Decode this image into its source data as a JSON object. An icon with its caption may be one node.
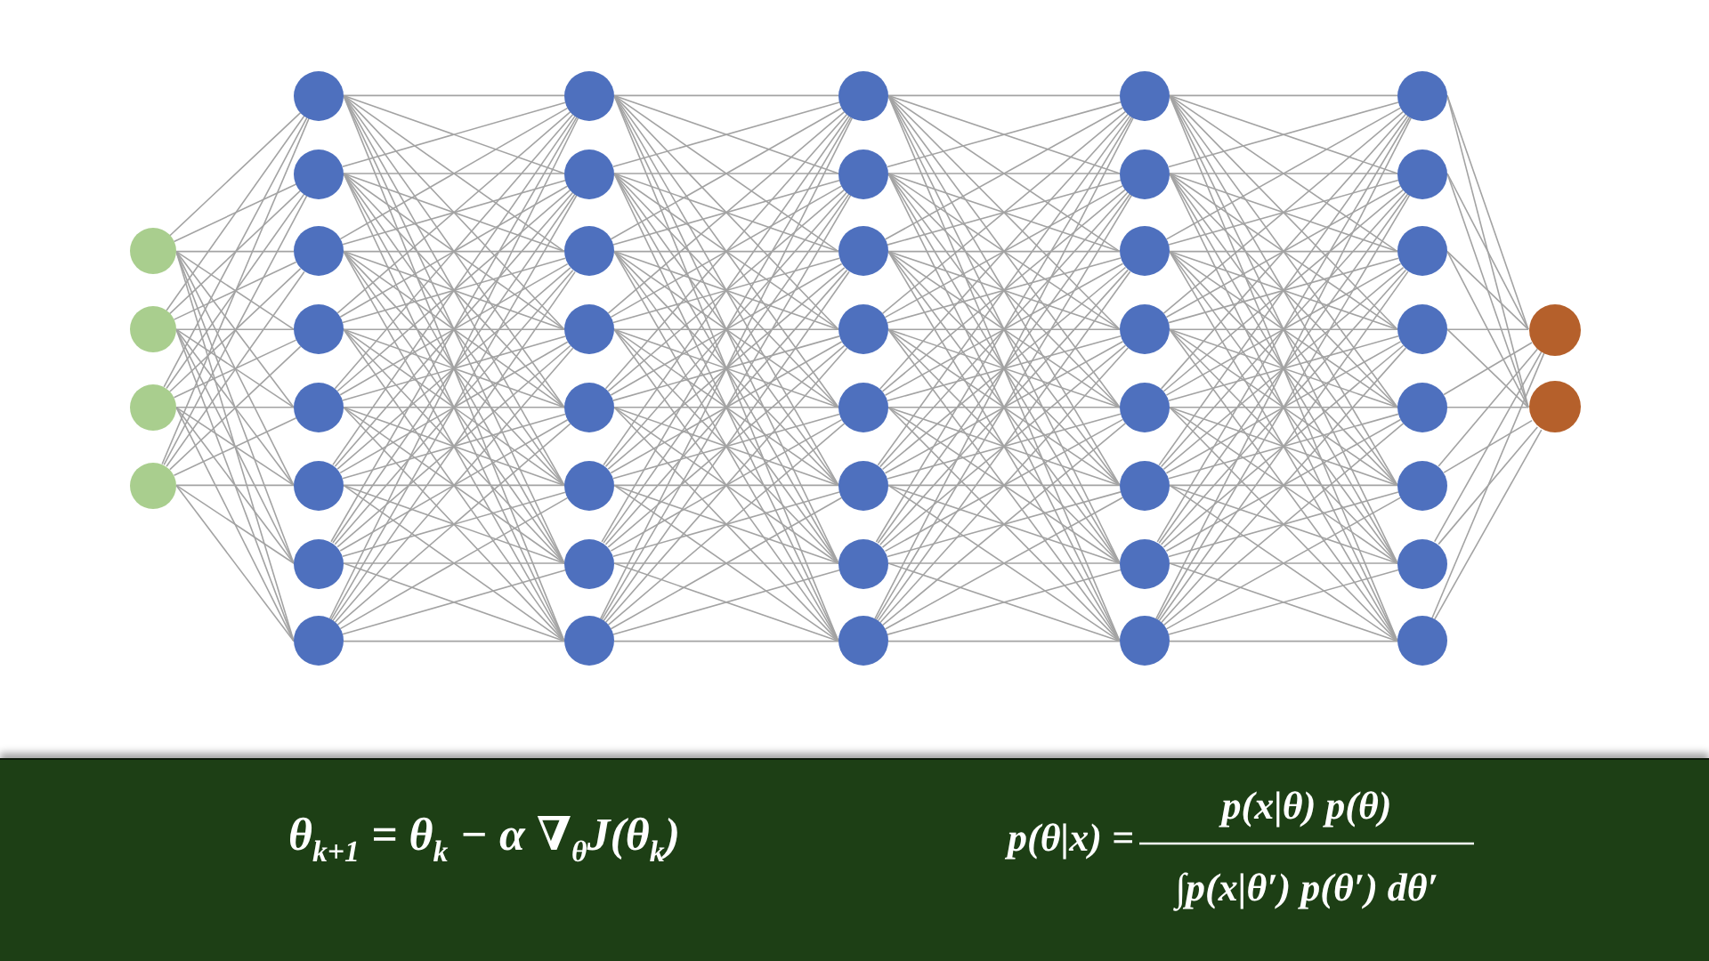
{
  "diagram": {
    "nodes": [
      {
        "text": [],
        "shape": "circle"
      },
      {
        "text": [],
        "shape": "circle"
      },
      {
        "text": [],
        "shape": "circle"
      },
      {
        "text": [],
        "shape": "circle"
      },
      {
        "text": [],
        "shape": "circle"
      },
      {
        "text": [],
        "shape": "circle"
      },
      {
        "text": [],
        "shape": "circle"
      },
      {
        "text": [],
        "shape": "circle"
      },
      {
        "text": [],
        "shape": "circle"
      },
      {
        "text": [],
        "shape": "circle"
      },
      {
        "text": [],
        "shape": "circle"
      },
      {
        "text": [],
        "shape": "circle"
      },
      {
        "text": [],
        "shape": "circle"
      },
      {
        "text": [],
        "shape": "circle"
      },
      {
        "text": [],
        "shape": "circle"
      },
      {
        "text": [],
        "shape": "circle"
      },
      {
        "text": [],
        "shape": "circle"
      },
      {
        "text": [],
        "shape": "circle"
      },
      {
        "text": [],
        "shape": "circle"
      },
      {
        "text": [],
        "shape": "circle"
      },
      {
        "text": [],
        "shape": "circle"
      },
      {
        "text": [],
        "shape": "circle"
      },
      {
        "text": [],
        "shape": "circle"
      },
      {
        "text": [],
        "shape": "circle"
      },
      {
        "text": [],
        "shape": "circle"
      },
      {
        "text": [],
        "shape": "circle"
      },
      {
        "text": [],
        "shape": "circle"
      },
      {
        "text": [],
        "shape": "circle"
      },
      {
        "text": [],
        "shape": "circle"
      },
      {
        "text": [],
        "shape": "circle"
      },
      {
        "text": [],
        "shape": "circle"
      },
      {
        "text": [],
        "shape": "circle"
      },
      {
        "text": [],
        "shape": "circle"
      },
      {
        "text": [],
        "shape": "circle"
      },
      {
        "text": [],
        "shape": "circle"
      },
      {
        "text": [],
        "shape": "circle"
      },
      {
        "text": [],
        "shape": "circle"
      },
      {
        "text": [],
        "shape": "circle"
      },
      {
        "text": [],
        "shape": "circle"
      },
      {
        "text": [],
        "shape": "circle"
      },
      {
        "text": [],
        "shape": "circle"
      },
      {
        "text": [],
        "shape": "circle"
      },
      {
        "text": [],
        "shape": "circle"
      },
      {
        "text": [],
        "shape": "circle"
      },
      {
        "text": [],
        "shape": "circle"
      },
      {
        "text": [],
        "shape": "circle"
      }
    ],
    "edges": [
      {
        "from": 0,
        "to": 4,
        "arrow": "none"
      },
      {
        "from": 0,
        "to": 5,
        "arrow": "none"
      },
      {
        "from": 0,
        "to": 6,
        "arrow": "none"
      },
      {
        "from": 0,
        "to": 7,
        "arrow": "none"
      },
      {
        "from": 0,
        "to": 8,
        "arrow": "none"
      },
      {
        "from": 0,
        "to": 9,
        "arrow": "none"
      },
      {
        "from": 0,
        "to": 10,
        "arrow": "none"
      },
      {
        "from": 0,
        "to": 11,
        "arrow": "none"
      },
      {
        "from": 1,
        "to": 4,
        "arrow": "none"
      },
      {
        "from": 1,
        "to": 5,
        "arrow": "none"
      },
      {
        "from": 1,
        "to": 6,
        "arrow": "none"
      },
      {
        "from": 1,
        "to": 7,
        "arrow": "none"
      },
      {
        "from": 1,
        "to": 8,
        "arrow": "none"
      },
      {
        "from": 1,
        "to": 9,
        "arrow": "none"
      },
      {
        "from": 1,
        "to": 10,
        "arrow": "none"
      },
      {
        "from": 1,
        "to": 11,
        "arrow": "none"
      },
      {
        "from": 2,
        "to": 4,
        "arrow": "none"
      },
      {
        "from": 2,
        "to": 5,
        "arrow": "none"
      },
      {
        "from": 2,
        "to": 6,
        "arrow": "none"
      },
      {
        "from": 2,
        "to": 7,
        "arrow": "none"
      },
      {
        "from": 2,
        "to": 8,
        "arrow": "none"
      },
      {
        "from": 2,
        "to": 9,
        "arrow": "none"
      },
      {
        "from": 2,
        "to": 10,
        "arrow": "none"
      },
      {
        "from": 2,
        "to": 11,
        "arrow": "none"
      },
      {
        "from": 3,
        "to": 4,
        "arrow": "none"
      },
      {
        "from": 3,
        "to": 5,
        "arrow": "none"
      },
      {
        "from": 3,
        "to": 6,
        "arrow": "none"
      },
      {
        "from": 3,
        "to": 7,
        "arrow": "none"
      },
      {
        "from": 3,
        "to": 8,
        "arrow": "none"
      },
      {
        "from": 3,
        "to": 9,
        "arrow": "none"
      },
      {
        "from": 3,
        "to": 10,
        "arrow": "none"
      },
      {
        "from": 3,
        "to": 11,
        "arrow": "none"
      },
      {
        "from": 4,
        "to": 12,
        "arrow": "none"
      },
      {
        "from": 4,
        "to": 13,
        "arrow": "none"
      },
      {
        "from": 4,
        "to": 14,
        "arrow": "none"
      },
      {
        "from": 4,
        "to": 15,
        "arrow": "none"
      },
      {
        "from": 4,
        "to": 16,
        "arrow": "none"
      },
      {
        "from": 4,
        "to": 17,
        "arrow": "none"
      },
      {
        "from": 4,
        "to": 18,
        "arrow": "none"
      },
      {
        "from": 4,
        "to": 19,
        "arrow": "none"
      },
      {
        "from": 5,
        "to": 12,
        "arrow": "none"
      },
      {
        "from": 5,
        "to": 13,
        "arrow": "none"
      },
      {
        "from": 5,
        "to": 14,
        "arrow": "none"
      },
      {
        "from": 5,
        "to": 15,
        "arrow": "none"
      },
      {
        "from": 5,
        "to": 16,
        "arrow": "none"
      },
      {
        "from": 5,
        "to": 17,
        "arrow": "none"
      },
      {
        "from": 5,
        "to": 18,
        "arrow": "none"
      },
      {
        "from": 5,
        "to": 19,
        "arrow": "none"
      },
      {
        "from": 6,
        "to": 12,
        "arrow": "none"
      },
      {
        "from": 6,
        "to": 13,
        "arrow": "none"
      },
      {
        "from": 6,
        "to": 14,
        "arrow": "none"
      },
      {
        "from": 6,
        "to": 15,
        "arrow": "none"
      },
      {
        "from": 6,
        "to": 16,
        "arrow": "none"
      },
      {
        "from": 6,
        "to": 17,
        "arrow": "none"
      },
      {
        "from": 6,
        "to": 18,
        "arrow": "none"
      },
      {
        "from": 6,
        "to": 19,
        "arrow": "none"
      },
      {
        "from": 7,
        "to": 12,
        "arrow": "none"
      },
      {
        "from": 7,
        "to": 13,
        "arrow": "none"
      },
      {
        "from": 7,
        "to": 14,
        "arrow": "none"
      },
      {
        "from": 7,
        "to": 15,
        "arrow": "none"
      },
      {
        "from": 7,
        "to": 16,
        "arrow": "none"
      },
      {
        "from": 7,
        "to": 17,
        "arrow": "none"
      },
      {
        "from": 7,
        "to": 18,
        "arrow": "none"
      },
      {
        "from": 7,
        "to": 19,
        "arrow": "none"
      },
      {
        "from": 8,
        "to": 12,
        "arrow": "none"
      },
      {
        "from": 8,
        "to": 13,
        "arrow": "none"
      },
      {
        "from": 8,
        "to": 14,
        "arrow": "none"
      },
      {
        "from": 8,
        "to": 15,
        "arrow": "none"
      },
      {
        "from": 8,
        "to": 16,
        "arrow": "none"
      },
      {
        "from": 8,
        "to": 17,
        "arrow": "none"
      },
      {
        "from": 8,
        "to": 18,
        "arrow": "none"
      },
      {
        "from": 8,
        "to": 19,
        "arrow": "none"
      },
      {
        "from": 9,
        "to": 12,
        "arrow": "none"
      },
      {
        "from": 9,
        "to": 13,
        "arrow": "none"
      },
      {
        "from": 9,
        "to": 14,
        "arrow": "none"
      },
      {
        "from": 9,
        "to": 15,
        "arrow": "none"
      },
      {
        "from": 9,
        "to": 16,
        "arrow": "none"
      },
      {
        "from": 9,
        "to": 17,
        "arrow": "none"
      },
      {
        "from": 9,
        "to": 18,
        "arrow": "none"
      },
      {
        "from": 9,
        "to": 19,
        "arrow": "none"
      },
      {
        "from": 10,
        "to": 12,
        "arrow": "none"
      },
      {
        "from": 10,
        "to": 13,
        "arrow": "none"
      },
      {
        "from": 10,
        "to": 14,
        "arrow": "none"
      },
      {
        "from": 10,
        "to": 15,
        "arrow": "none"
      },
      {
        "from": 10,
        "to": 16,
        "arrow": "none"
      },
      {
        "from": 10,
        "to": 17,
        "arrow": "none"
      },
      {
        "from": 10,
        "to": 18,
        "arrow": "none"
      },
      {
        "from": 10,
        "to": 19,
        "arrow": "none"
      },
      {
        "from": 11,
        "to": 12,
        "arrow": "none"
      },
      {
        "from": 11,
        "to": 13,
        "arrow": "none"
      },
      {
        "from": 11,
        "to": 14,
        "arrow": "none"
      },
      {
        "from": 11,
        "to": 15,
        "arrow": "none"
      },
      {
        "from": 11,
        "to": 16,
        "arrow": "none"
      },
      {
        "from": 11,
        "to": 17,
        "arrow": "none"
      },
      {
        "from": 11,
        "to": 18,
        "arrow": "none"
      },
      {
        "from": 11,
        "to": 19,
        "arrow": "none"
      },
      {
        "from": 12,
        "to": 20,
        "arrow": "none"
      },
      {
        "from": 12,
        "to": 21,
        "arrow": "none"
      },
      {
        "from": 12,
        "to": 22,
        "arrow": "none"
      },
      {
        "from": 12,
        "to": 23,
        "arrow": "none"
      },
      {
        "from": 12,
        "to": 24,
        "arrow": "none"
      },
      {
        "from": 12,
        "to": 25,
        "arrow": "none"
      },
      {
        "from": 12,
        "to": 26,
        "arrow": "none"
      },
      {
        "from": 12,
        "to": 27,
        "arrow": "none"
      },
      {
        "from": 13,
        "to": 20,
        "arrow": "none"
      },
      {
        "from": 13,
        "to": 21,
        "arrow": "none"
      },
      {
        "from": 13,
        "to": 22,
        "arrow": "none"
      },
      {
        "from": 13,
        "to": 23,
        "arrow": "none"
      },
      {
        "from": 13,
        "to": 24,
        "arrow": "none"
      },
      {
        "from": 13,
        "to": 25,
        "arrow": "none"
      },
      {
        "from": 13,
        "to": 26,
        "arrow": "none"
      },
      {
        "from": 13,
        "to": 27,
        "arrow": "none"
      },
      {
        "from": 14,
        "to": 20,
        "arrow": "none"
      },
      {
        "from": 14,
        "to": 21,
        "arrow": "none"
      },
      {
        "from": 14,
        "to": 22,
        "arrow": "none"
      },
      {
        "from": 14,
        "to": 23,
        "arrow": "none"
      },
      {
        "from": 14,
        "to": 24,
        "arrow": "none"
      },
      {
        "from": 14,
        "to": 25,
        "arrow": "none"
      },
      {
        "from": 14,
        "to": 26,
        "arrow": "none"
      },
      {
        "from": 14,
        "to": 27,
        "arrow": "none"
      },
      {
        "from": 15,
        "to": 20,
        "arrow": "none"
      },
      {
        "from": 15,
        "to": 21,
        "arrow": "none"
      },
      {
        "from": 15,
        "to": 22,
        "arrow": "none"
      },
      {
        "from": 15,
        "to": 23,
        "arrow": "none"
      },
      {
        "from": 15,
        "to": 24,
        "arrow": "none"
      },
      {
        "from": 15,
        "to": 25,
        "arrow": "none"
      },
      {
        "from": 15,
        "to": 26,
        "arrow": "none"
      },
      {
        "from": 15,
        "to": 27,
        "arrow": "none"
      },
      {
        "from": 16,
        "to": 20,
        "arrow": "none"
      },
      {
        "from": 16,
        "to": 21,
        "arrow": "none"
      },
      {
        "from": 16,
        "to": 22,
        "arrow": "none"
      },
      {
        "from": 16,
        "to": 23,
        "arrow": "none"
      },
      {
        "from": 16,
        "to": 24,
        "arrow": "none"
      },
      {
        "from": 16,
        "to": 25,
        "arrow": "none"
      },
      {
        "from": 16,
        "to": 26,
        "arrow": "none"
      },
      {
        "from": 16,
        "to": 27,
        "arrow": "none"
      },
      {
        "from": 17,
        "to": 20,
        "arrow": "none"
      },
      {
        "from": 17,
        "to": 21,
        "arrow": "none"
      },
      {
        "from": 17,
        "to": 22,
        "arrow": "none"
      },
      {
        "from": 17,
        "to": 23,
        "arrow": "none"
      },
      {
        "from": 17,
        "to": 24,
        "arrow": "none"
      },
      {
        "from": 17,
        "to": 25,
        "arrow": "none"
      },
      {
        "from": 17,
        "to": 26,
        "arrow": "none"
      },
      {
        "from": 17,
        "to": 27,
        "arrow": "none"
      },
      {
        "from": 18,
        "to": 20,
        "arrow": "none"
      },
      {
        "from": 18,
        "to": 21,
        "arrow": "none"
      },
      {
        "from": 18,
        "to": 22,
        "arrow": "none"
      },
      {
        "from": 18,
        "to": 23,
        "arrow": "none"
      },
      {
        "from": 18,
        "to": 24,
        "arrow": "none"
      },
      {
        "from": 18,
        "to": 25,
        "arrow": "none"
      },
      {
        "from": 18,
        "to": 26,
        "arrow": "none"
      },
      {
        "from": 18,
        "to": 27,
        "arrow": "none"
      },
      {
        "from": 19,
        "to": 20,
        "arrow": "none"
      },
      {
        "from": 19,
        "to": 21,
        "arrow": "none"
      },
      {
        "from": 19,
        "to": 22,
        "arrow": "none"
      },
      {
        "from": 19,
        "to": 23,
        "arrow": "none"
      },
      {
        "from": 19,
        "to": 24,
        "arrow": "none"
      },
      {
        "from": 19,
        "to": 25,
        "arrow": "none"
      },
      {
        "from": 19,
        "to": 26,
        "arrow": "none"
      },
      {
        "from": 19,
        "to": 27,
        "arrow": "none"
      },
      {
        "from": 20,
        "to": 28,
        "arrow": "none"
      },
      {
        "from": 20,
        "to": 29,
        "arrow": "none"
      },
      {
        "from": 20,
        "to": 30,
        "arrow": "none"
      },
      {
        "from": 20,
        "to": 31,
        "arrow": "none"
      },
      {
        "from": 20,
        "to": 32,
        "arrow": "none"
      },
      {
        "from": 20,
        "to": 33,
        "arrow": "none"
      },
      {
        "from": 20,
        "to": 34,
        "arrow": "none"
      },
      {
        "from": 20,
        "to": 35,
        "arrow": "none"
      },
      {
        "from": 21,
        "to": 28,
        "arrow": "none"
      },
      {
        "from": 21,
        "to": 29,
        "arrow": "none"
      },
      {
        "from": 21,
        "to": 30,
        "arrow": "none"
      },
      {
        "from": 21,
        "to": 31,
        "arrow": "none"
      },
      {
        "from": 21,
        "to": 32,
        "arrow": "none"
      },
      {
        "from": 21,
        "to": 33,
        "arrow": "none"
      },
      {
        "from": 21,
        "to": 34,
        "arrow": "none"
      },
      {
        "from": 21,
        "to": 35,
        "arrow": "none"
      },
      {
        "from": 22,
        "to": 28,
        "arrow": "none"
      },
      {
        "from": 22,
        "to": 29,
        "arrow": "none"
      },
      {
        "from": 22,
        "to": 30,
        "arrow": "none"
      },
      {
        "from": 22,
        "to": 31,
        "arrow": "none"
      },
      {
        "from": 22,
        "to": 32,
        "arrow": "none"
      },
      {
        "from": 22,
        "to": 33,
        "arrow": "none"
      },
      {
        "from": 22,
        "to": 34,
        "arrow": "none"
      },
      {
        "from": 22,
        "to": 35,
        "arrow": "none"
      },
      {
        "from": 23,
        "to": 28,
        "arrow": "none"
      },
      {
        "from": 23,
        "to": 29,
        "arrow": "none"
      },
      {
        "from": 23,
        "to": 30,
        "arrow": "none"
      },
      {
        "from": 23,
        "to": 31,
        "arrow": "none"
      },
      {
        "from": 23,
        "to": 32,
        "arrow": "none"
      },
      {
        "from": 23,
        "to": 33,
        "arrow": "none"
      },
      {
        "from": 23,
        "to": 34,
        "arrow": "none"
      },
      {
        "from": 23,
        "to": 35,
        "arrow": "none"
      },
      {
        "from": 24,
        "to": 28,
        "arrow": "none"
      },
      {
        "from": 24,
        "to": 29,
        "arrow": "none"
      },
      {
        "from": 24,
        "to": 30,
        "arrow": "none"
      },
      {
        "from": 24,
        "to": 31,
        "arrow": "none"
      },
      {
        "from": 24,
        "to": 32,
        "arrow": "none"
      },
      {
        "from": 24,
        "to": 33,
        "arrow": "none"
      },
      {
        "from": 24,
        "to": 34,
        "arrow": "none"
      },
      {
        "from": 24,
        "to": 35,
        "arrow": "none"
      },
      {
        "from": 25,
        "to": 28,
        "arrow": "none"
      },
      {
        "from": 25,
        "to": 29,
        "arrow": "none"
      },
      {
        "from": 25,
        "to": 30,
        "arrow": "none"
      },
      {
        "from": 25,
        "to": 31,
        "arrow": "none"
      },
      {
        "from": 25,
        "to": 32,
        "arrow": "none"
      },
      {
        "from": 25,
        "to": 33,
        "arrow": "none"
      },
      {
        "from": 25,
        "to": 34,
        "arrow": "none"
      },
      {
        "from": 25,
        "to": 35,
        "arrow": "none"
      },
      {
        "from": 26,
        "to": 28,
        "arrow": "none"
      },
      {
        "from": 26,
        "to": 29,
        "arrow": "none"
      },
      {
        "from": 26,
        "to": 30,
        "arrow": "none"
      },
      {
        "from": 26,
        "to": 31,
        "arrow": "none"
      },
      {
        "from": 26,
        "to": 32,
        "arrow": "none"
      },
      {
        "from": 26,
        "to": 33,
        "arrow": "none"
      },
      {
        "from": 26,
        "to": 34,
        "arrow": "none"
      },
      {
        "from": 26,
        "to": 35,
        "arrow": "none"
      },
      {
        "from": 27,
        "to": 28,
        "arrow": "none"
      },
      {
        "from": 27,
        "to": 29,
        "arrow": "none"
      },
      {
        "from": 27,
        "to": 30,
        "arrow": "none"
      },
      {
        "from": 27,
        "to": 31,
        "arrow": "none"
      },
      {
        "from": 27,
        "to": 32,
        "arrow": "none"
      },
      {
        "from": 27,
        "to": 33,
        "arrow": "none"
      },
      {
        "from": 27,
        "to": 34,
        "arrow": "none"
      },
      {
        "from": 27,
        "to": 35,
        "arrow": "none"
      },
      {
        "from": 28,
        "to": 36,
        "arrow": "none"
      },
      {
        "from": 28,
        "to": 37,
        "arrow": "none"
      },
      {
        "from": 28,
        "to": 38,
        "arrow": "none"
      },
      {
        "from": 28,
        "to": 39,
        "arrow": "none"
      },
      {
        "from": 28,
        "to": 40,
        "arrow": "none"
      },
      {
        "from": 28,
        "to": 41,
        "arrow": "none"
      },
      {
        "from": 28,
        "to": 42,
        "arrow": "none"
      },
      {
        "from": 28,
        "to": 43,
        "arrow": "none"
      },
      {
        "from": 29,
        "to": 36,
        "arrow": "none"
      },
      {
        "from": 29,
        "to": 37,
        "arrow": "none"
      },
      {
        "from": 29,
        "to": 38,
        "arrow": "none"
      },
      {
        "from": 29,
        "to": 39,
        "arrow": "none"
      },
      {
        "from": 29,
        "to": 40,
        "arrow": "none"
      },
      {
        "from": 29,
        "to": 41,
        "arrow": "none"
      },
      {
        "from": 29,
        "to": 42,
        "arrow": "none"
      },
      {
        "from": 29,
        "to": 43,
        "arrow": "none"
      },
      {
        "from": 30,
        "to": 36,
        "arrow": "none"
      },
      {
        "from": 30,
        "to": 37,
        "arrow": "none"
      },
      {
        "from": 30,
        "to": 38,
        "arrow": "none"
      },
      {
        "from": 30,
        "to": 39,
        "arrow": "none"
      },
      {
        "from": 30,
        "to": 40,
        "arrow": "none"
      },
      {
        "from": 30,
        "to": 41,
        "arrow": "none"
      },
      {
        "from": 30,
        "to": 42,
        "arrow": "none"
      },
      {
        "from": 30,
        "to": 43,
        "arrow": "none"
      },
      {
        "from": 31,
        "to": 36,
        "arrow": "none"
      },
      {
        "from": 31,
        "to": 37,
        "arrow": "none"
      },
      {
        "from": 31,
        "to": 38,
        "arrow": "none"
      },
      {
        "from": 31,
        "to": 39,
        "arrow": "none"
      },
      {
        "from": 31,
        "to": 40,
        "arrow": "none"
      },
      {
        "from": 31,
        "to": 41,
        "arrow": "none"
      },
      {
        "from": 31,
        "to": 42,
        "arrow": "none"
      },
      {
        "from": 31,
        "to": 43,
        "arrow": "none"
      },
      {
        "from": 32,
        "to": 36,
        "arrow": "none"
      },
      {
        "from": 32,
        "to": 37,
        "arrow": "none"
      },
      {
        "from": 32,
        "to": 38,
        "arrow": "none"
      },
      {
        "from": 32,
        "to": 39,
        "arrow": "none"
      },
      {
        "from": 32,
        "to": 40,
        "arrow": "none"
      },
      {
        "from": 32,
        "to": 41,
        "arrow": "none"
      },
      {
        "from": 32,
        "to": 42,
        "arrow": "none"
      },
      {
        "from": 32,
        "to": 43,
        "arrow": "none"
      },
      {
        "from": 33,
        "to": 36,
        "arrow": "none"
      },
      {
        "from": 33,
        "to": 37,
        "arrow": "none"
      },
      {
        "from": 33,
        "to": 38,
        "arrow": "none"
      },
      {
        "from": 33,
        "to": 39,
        "arrow": "none"
      },
      {
        "from": 33,
        "to": 40,
        "arrow": "none"
      },
      {
        "from": 33,
        "to": 41,
        "arrow": "none"
      },
      {
        "from": 33,
        "to": 42,
        "arrow": "none"
      },
      {
        "from": 33,
        "to": 43,
        "arrow": "none"
      },
      {
        "from": 34,
        "to": 36,
        "arrow": "none"
      },
      {
        "from": 34,
        "to": 37,
        "arrow": "none"
      },
      {
        "from": 34,
        "to": 38,
        "arrow": "none"
      },
      {
        "from": 34,
        "to": 39,
        "arrow": "none"
      },
      {
        "from": 34,
        "to": 40,
        "arrow": "none"
      },
      {
        "from": 34,
        "to": 41,
        "arrow": "none"
      },
      {
        "from": 34,
        "to": 42,
        "arrow": "none"
      },
      {
        "from": 34,
        "to": 43,
        "arrow": "none"
      },
      {
        "from": 35,
        "to": 36,
        "arrow": "none"
      },
      {
        "from": 35,
        "to": 37,
        "arrow": "none"
      },
      {
        "from": 35,
        "to": 38,
        "arrow": "none"
      },
      {
        "from": 35,
        "to": 39,
        "arrow": "none"
      },
      {
        "from": 35,
        "to": 40,
        "arrow": "none"
      },
      {
        "from": 35,
        "to": 41,
        "arrow": "none"
      },
      {
        "from": 35,
        "to": 42,
        "arrow": "none"
      },
      {
        "from": 35,
        "to": 43,
        "arrow": "none"
      },
      {
        "from": 36,
        "to": 44,
        "arrow": "none"
      },
      {
        "from": 36,
        "to": 45,
        "arrow": "none"
      },
      {
        "from": 37,
        "to": 44,
        "arrow": "none"
      },
      {
        "from": 37,
        "to": 45,
        "arrow": "none"
      },
      {
        "from": 38,
        "to": 44,
        "arrow": "none"
      },
      {
        "from": 38,
        "to": 45,
        "arrow": "none"
      },
      {
        "from": 39,
        "to": 44,
        "arrow": "none"
      },
      {
        "from": 39,
        "to": 45,
        "arrow": "none"
      },
      {
        "from": 40,
        "to": 44,
        "arrow": "none"
      },
      {
        "from": 40,
        "to": 45,
        "arrow": "none"
      },
      {
        "from": 41,
        "to": 44,
        "arrow": "none"
      },
      {
        "from": 41,
        "to": 45,
        "arrow": "none"
      },
      {
        "from": 42,
        "to": 44,
        "arrow": "none"
      },
      {
        "from": 42,
        "to": 45,
        "arrow": "none"
      },
      {
        "from": 43,
        "to": 44,
        "arrow": "none"
      },
      {
        "from": 43,
        "to": 45,
        "arrow": "none"
      }
    ],
    "labels": [
      "θ$_{k+1}$ = θ$_{k}$ − α ∇$_{θ}$J(θ$_{k}$)",
      "p(θ|x) =",
      "p(x|θ) p(θ)",
      "∫p(x|θ′) p(θ′) dθ′"
    ]
  }
}
